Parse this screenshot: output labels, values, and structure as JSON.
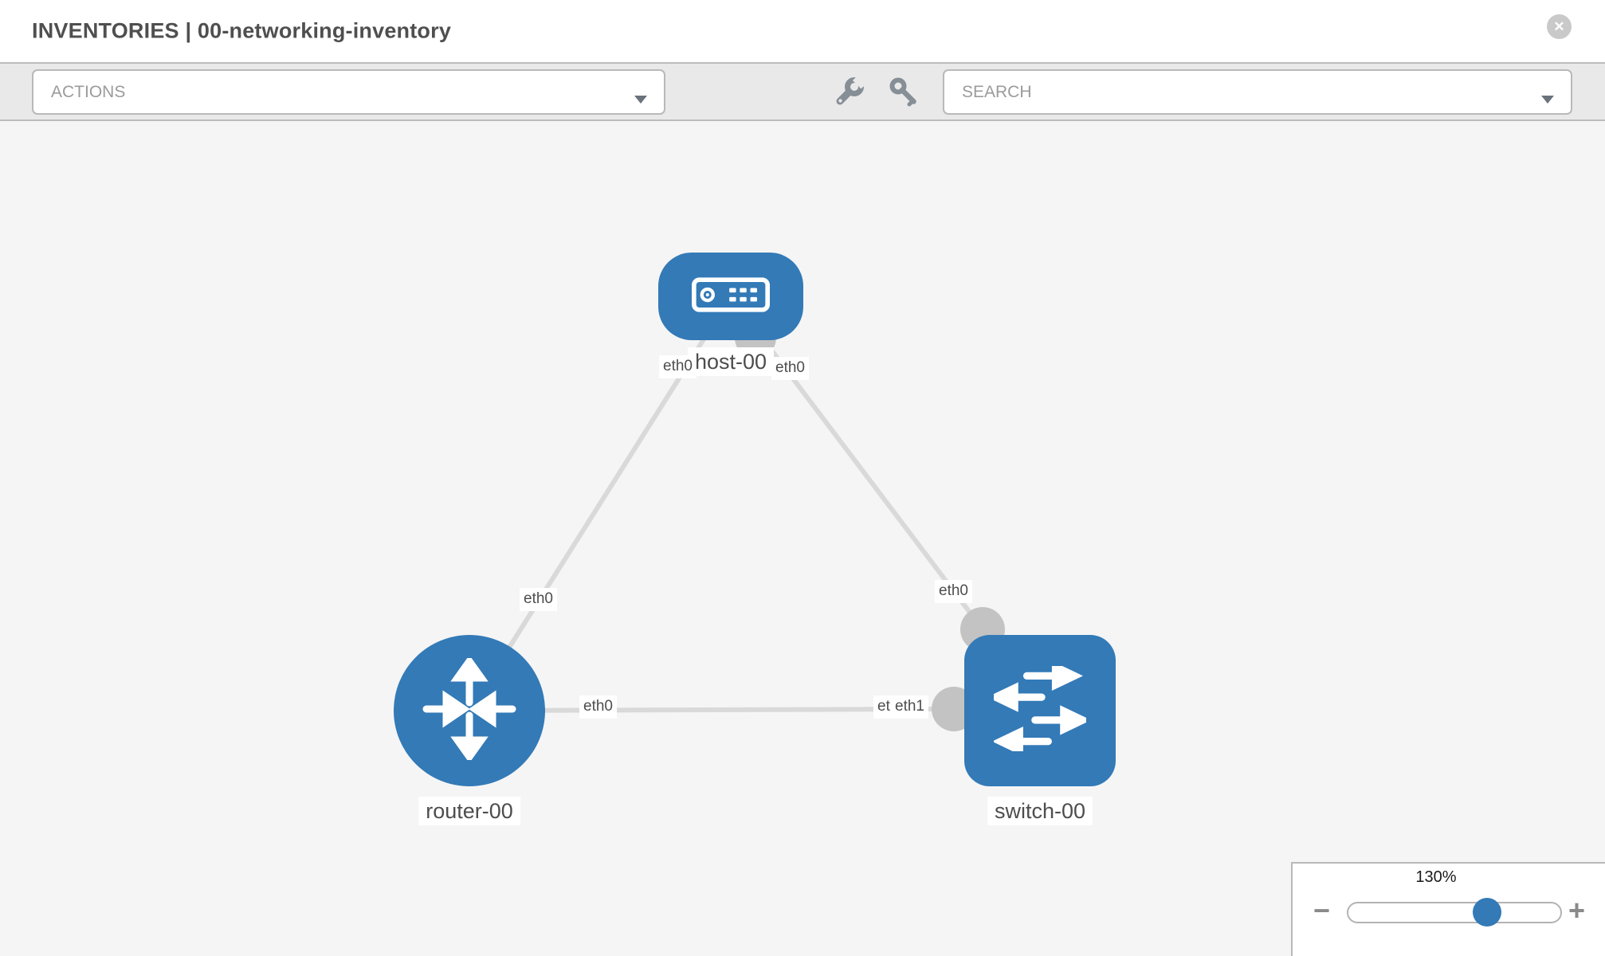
{
  "header": {
    "title": "INVENTORIES | 00-networking-inventory",
    "close_icon": "circle-x"
  },
  "toolbar": {
    "actions_label": "ACTIONS",
    "search_label": "SEARCH",
    "icons": [
      "wrench-icon",
      "key-icon",
      "chevron-down-icon"
    ]
  },
  "graph": {
    "nodes": [
      {
        "label": "host-00",
        "type": "host",
        "icon": "server-icon"
      },
      {
        "label": "router-00",
        "type": "router",
        "icon": "router-arrows-icon"
      },
      {
        "label": "switch-00",
        "type": "switch",
        "icon": "switch-arrows-icon"
      }
    ],
    "links": [
      {
        "from": "host-00",
        "to": "router-00"
      },
      {
        "from": "host-00",
        "to": "switch-00"
      },
      {
        "from": "router-00",
        "to": "switch-00"
      }
    ],
    "interface_labels": [
      {
        "text": "eth0",
        "link": "host-router",
        "end": "host"
      },
      {
        "text": "eth0",
        "link": "host-router",
        "end": "router"
      },
      {
        "text": "eth0",
        "link": "host-switch",
        "end": "host"
      },
      {
        "text": "eth0",
        "link": "host-switch",
        "end": "switch"
      },
      {
        "text": "eth0",
        "link": "router-switch",
        "end": "router"
      },
      {
        "text": "eth0",
        "link": "router-switch",
        "end": "switch-behind"
      },
      {
        "text": "eth1",
        "link": "router-switch",
        "end": "switch"
      }
    ]
  },
  "zoom_control": {
    "level": "130%",
    "minus_label": "−",
    "plus_label": "+"
  },
  "colors": {
    "node_blue": "#337ab7",
    "link_gray": "#d9d9d9",
    "interface_gray": "#c3c3c3",
    "canvas_bg": "#f5f5f5",
    "toolbar_bg": "#e9e9e9",
    "muted_text": "#9b9b9b",
    "label_text": "#4d4d4d"
  }
}
